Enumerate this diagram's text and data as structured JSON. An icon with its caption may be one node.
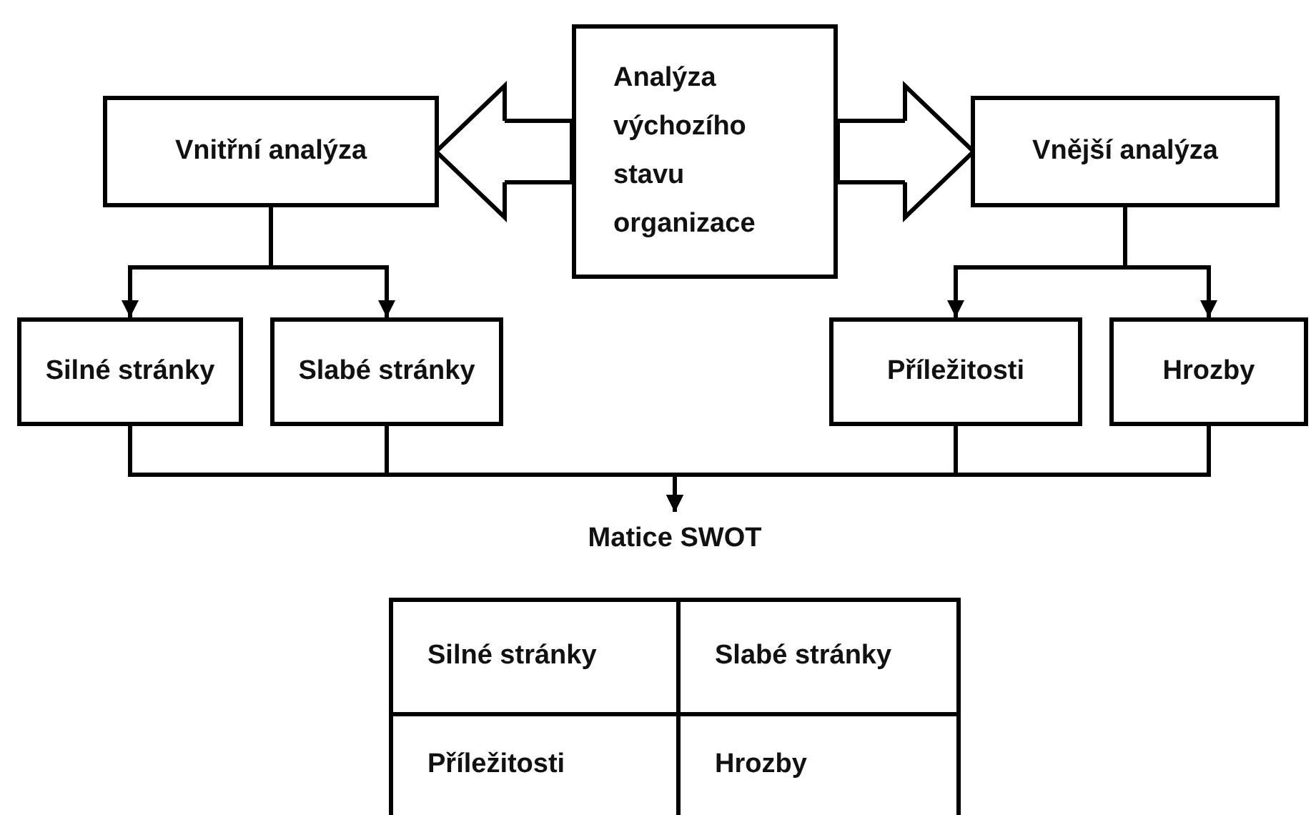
{
  "diagram": {
    "nodes": [
      {
        "text": [
          "Analýza výchozího stavu organizace"
        ]
      },
      {
        "text": [
          "Vnitřní analýza"
        ]
      },
      {
        "text": [
          "Vnější analýza"
        ]
      },
      {
        "text": [
          "Silné stránky"
        ]
      },
      {
        "text": [
          "Slabé stránky"
        ]
      },
      {
        "text": [
          "Příležitosti"
        ]
      },
      {
        "text": [
          "Hrozby"
        ]
      },
      {
        "text": [
          "Matice SWOT"
        ]
      }
    ],
    "edges": [
      {
        "from": 0,
        "to": 1,
        "arrow": "to"
      },
      {
        "from": 0,
        "to": 2,
        "arrow": "to"
      },
      {
        "from": 1,
        "to": 3,
        "arrow": "to"
      },
      {
        "from": 1,
        "to": 4,
        "arrow": "to"
      },
      {
        "from": 2,
        "to": 5,
        "arrow": "to"
      },
      {
        "from": 2,
        "to": 6,
        "arrow": "to"
      },
      {
        "from": 3,
        "to": 7,
        "arrow": "to"
      },
      {
        "from": 4,
        "to": 7,
        "arrow": "to"
      },
      {
        "from": 5,
        "to": 7,
        "arrow": "to"
      },
      {
        "from": 6,
        "to": 7,
        "arrow": "to"
      }
    ],
    "labels": [
      "Silné stránky",
      "Slabé stránky",
      "Příležitosti",
      "Hrozby"
    ]
  }
}
